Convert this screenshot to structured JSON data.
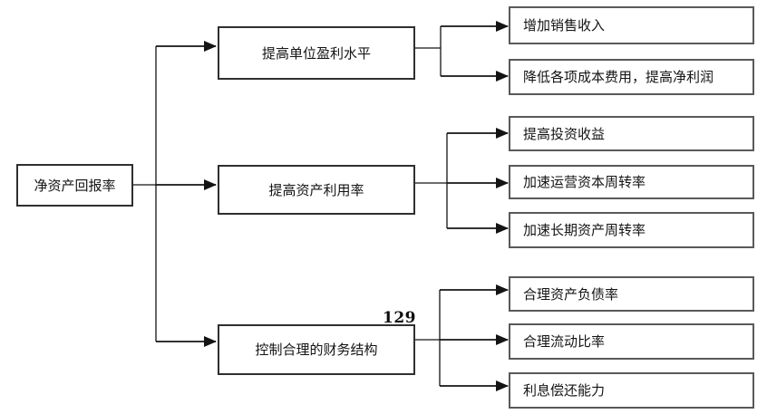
{
  "diagram": {
    "root": {
      "label": "净资产回报率"
    },
    "branches": [
      {
        "label": "提高单位盈利水平",
        "children": [
          "增加销售收入",
          "降低各项成本费用，提高净利润"
        ]
      },
      {
        "label": "提高资产利用率",
        "children": [
          "提高投资收益",
          "加速运营资本周转率",
          "加速长期资产周转率"
        ]
      },
      {
        "label": "控制合理的财务结构",
        "children": [
          "合理资产负债率",
          "合理流动比率",
          "利息偿还能力"
        ]
      }
    ],
    "page_number": "129",
    "colors": {
      "background": "#ffffff",
      "line": "#141414",
      "node_border": "#2f2f2f",
      "leaf_border": "#595959",
      "text": "#141414"
    }
  }
}
